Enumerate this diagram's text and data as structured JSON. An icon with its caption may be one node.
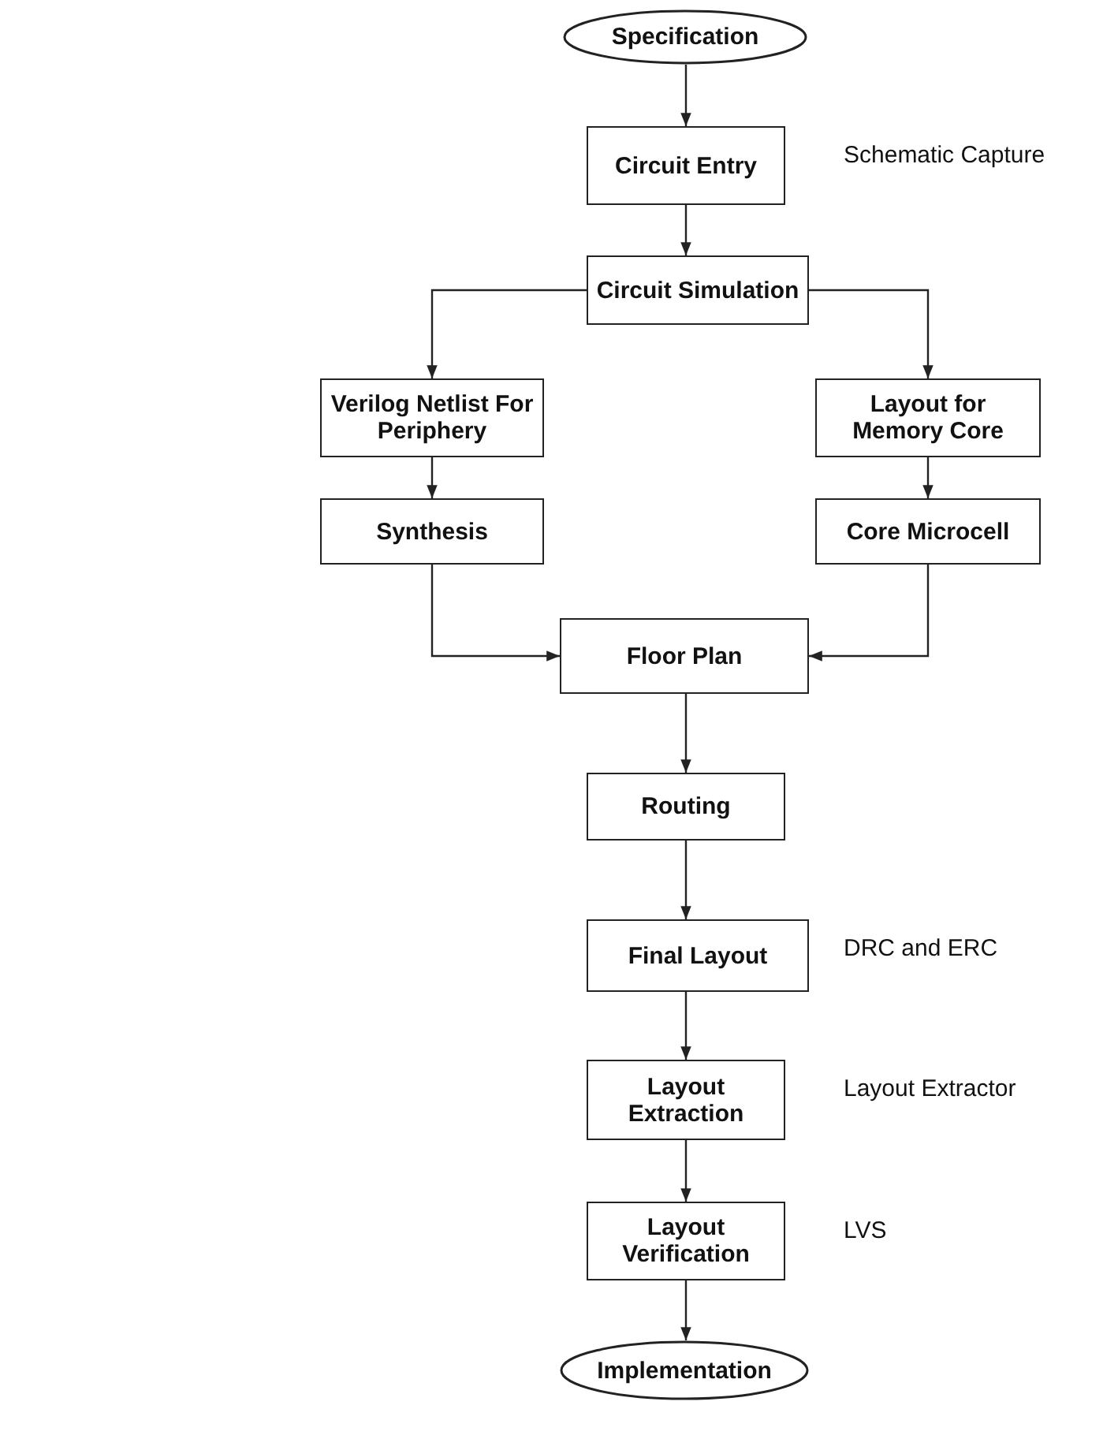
{
  "diagram": {
    "nodes": [
      {
        "text": [
          "Specification"
        ]
      },
      {
        "text": [
          "Circuit Entry"
        ],
        "beside": [
          "Schematic Capture"
        ]
      },
      {
        "text": [
          "Circuit Simulation"
        ]
      },
      {
        "text": [
          "Verilog Netlist For Periphery"
        ]
      },
      {
        "text": [
          "Layout for Memory Core"
        ]
      },
      {
        "text": [
          "Synthesis"
        ]
      },
      {
        "text": [
          "Core Microcell"
        ]
      },
      {
        "text": [
          "Floor Plan"
        ]
      },
      {
        "text": [
          "Routing"
        ]
      },
      {
        "text": [
          "Final Layout"
        ],
        "beside": [
          "DRC and ERC"
        ]
      },
      {
        "text": [
          "Layout Extraction"
        ],
        "beside": [
          "Layout Extractor"
        ]
      },
      {
        "text": [
          "Layout Verification"
        ],
        "beside": [
          "LVS"
        ]
      },
      {
        "text": [
          "Implementation"
        ]
      }
    ],
    "edges": [
      {
        "from": 0,
        "to": 1,
        "arrow": "to"
      },
      {
        "from": 1,
        "to": 2,
        "arrow": "to"
      },
      {
        "from": 2,
        "to": 3,
        "arrow": "to"
      },
      {
        "from": 2,
        "to": 4,
        "arrow": "to"
      },
      {
        "from": 3,
        "to": 5,
        "arrow": "to"
      },
      {
        "from": 4,
        "to": 6,
        "arrow": "to"
      },
      {
        "from": 5,
        "to": 7,
        "arrow": "to"
      },
      {
        "from": 6,
        "to": 7,
        "arrow": "to"
      },
      {
        "from": 7,
        "to": 8,
        "arrow": "to"
      },
      {
        "from": 8,
        "to": 9,
        "arrow": "to"
      },
      {
        "from": 9,
        "to": 10,
        "arrow": "to"
      },
      {
        "from": 10,
        "to": 11,
        "arrow": "to"
      },
      {
        "from": 11,
        "to": 12,
        "arrow": "to"
      }
    ]
  }
}
